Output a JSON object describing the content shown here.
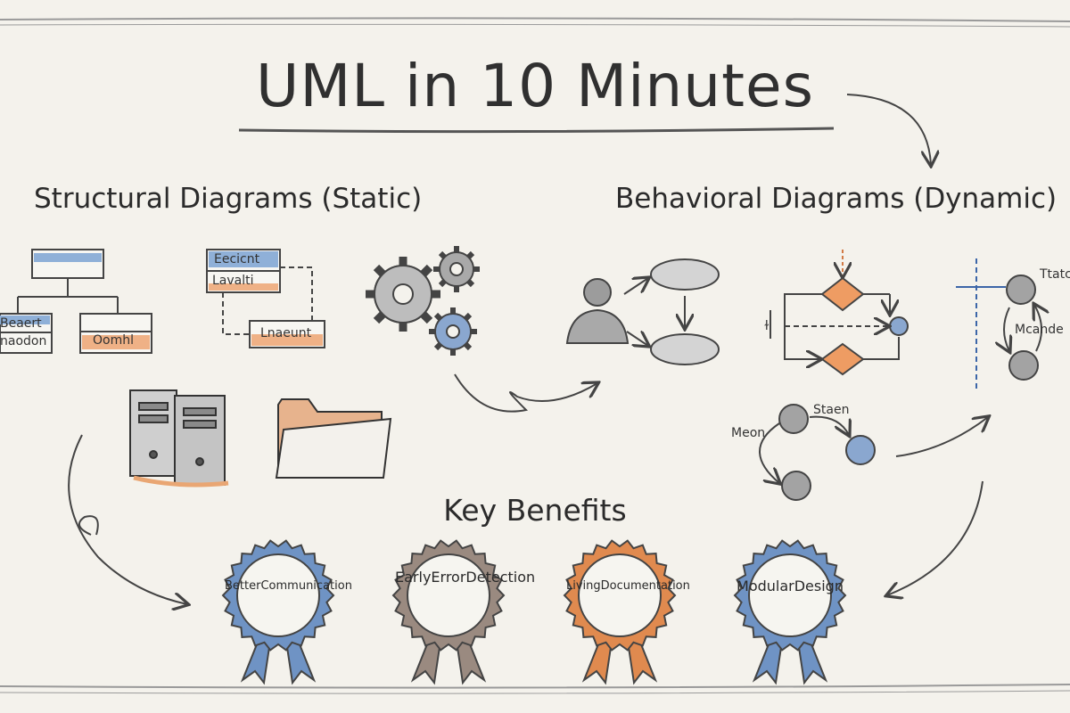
{
  "title": "UML in 10 Minutes",
  "structural": {
    "heading": "Structural Diagrams (Static)",
    "class_left": [
      "Beaert",
      "naodon"
    ],
    "class_right": "Oomhl",
    "component_top": [
      "Eecicnt",
      "Lavalti"
    ],
    "component_bottom": "Lnaeunt"
  },
  "behavioral": {
    "heading": "Behavioral Diagrams (Dynamic)",
    "state_label_top": "Ttatc",
    "state_label_mid": "Mcande",
    "state2_label_top": "Staen",
    "state2_label_left": "Meon",
    "activity_label": "ɫ"
  },
  "benefits": {
    "heading": "Key Benefits",
    "items": [
      {
        "lines": [
          "Better",
          "Communication"
        ],
        "color": "#6f93c4"
      },
      {
        "lines": [
          "Early",
          "Error",
          "Detection"
        ],
        "color": "#9a8a80"
      },
      {
        "lines": [
          "Living",
          "Documentation"
        ],
        "color": "#e08a4f"
      },
      {
        "lines": [
          "Modular",
          "Design"
        ],
        "color": "#6f93c4"
      }
    ]
  },
  "colors": {
    "blue": "#6f93c4",
    "orange": "#e08a4f",
    "gray": "#8a8a8a"
  }
}
